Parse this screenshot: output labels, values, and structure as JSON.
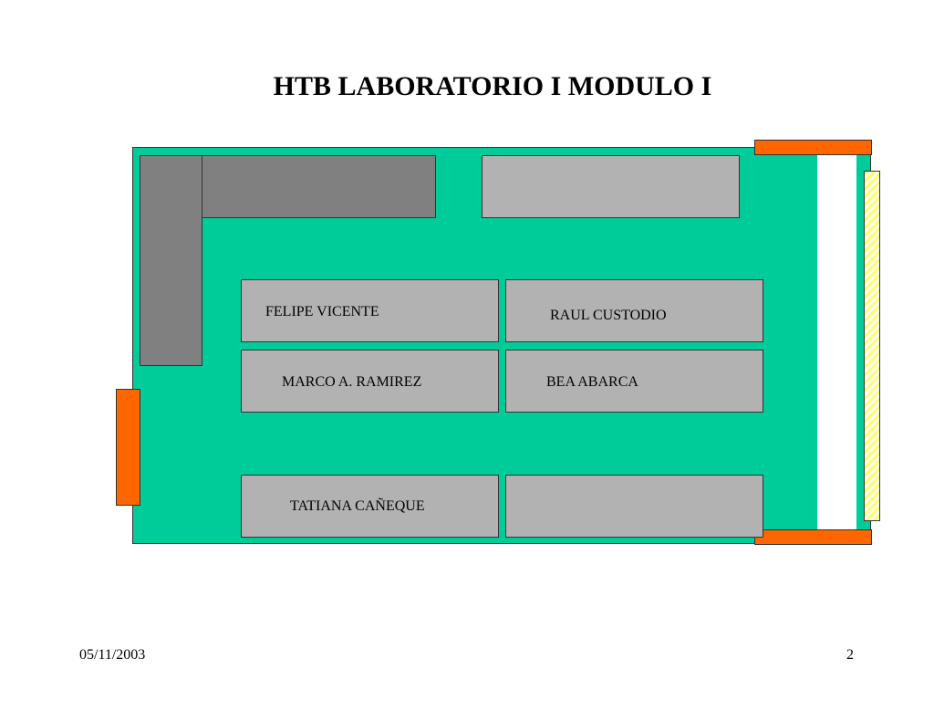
{
  "slide": {
    "title": "HTB LABORATORIO I MODULO I",
    "date": "05/11/2003",
    "page_number": "2"
  },
  "desks": {
    "d1": "FELIPE VICENTE",
    "d2": "RAUL CUSTODIO",
    "d3": "MARCO A. RAMIREZ",
    "d4": "BEA ABARCA",
    "d5": "TATIANA CAÑEQUE",
    "d6": ""
  },
  "colors": {
    "floor": "#00cc99",
    "door": "#ff6600",
    "furniture_dark": "#808080",
    "furniture_light": "#b2b2b2",
    "window_hatch": "#ffff66"
  }
}
